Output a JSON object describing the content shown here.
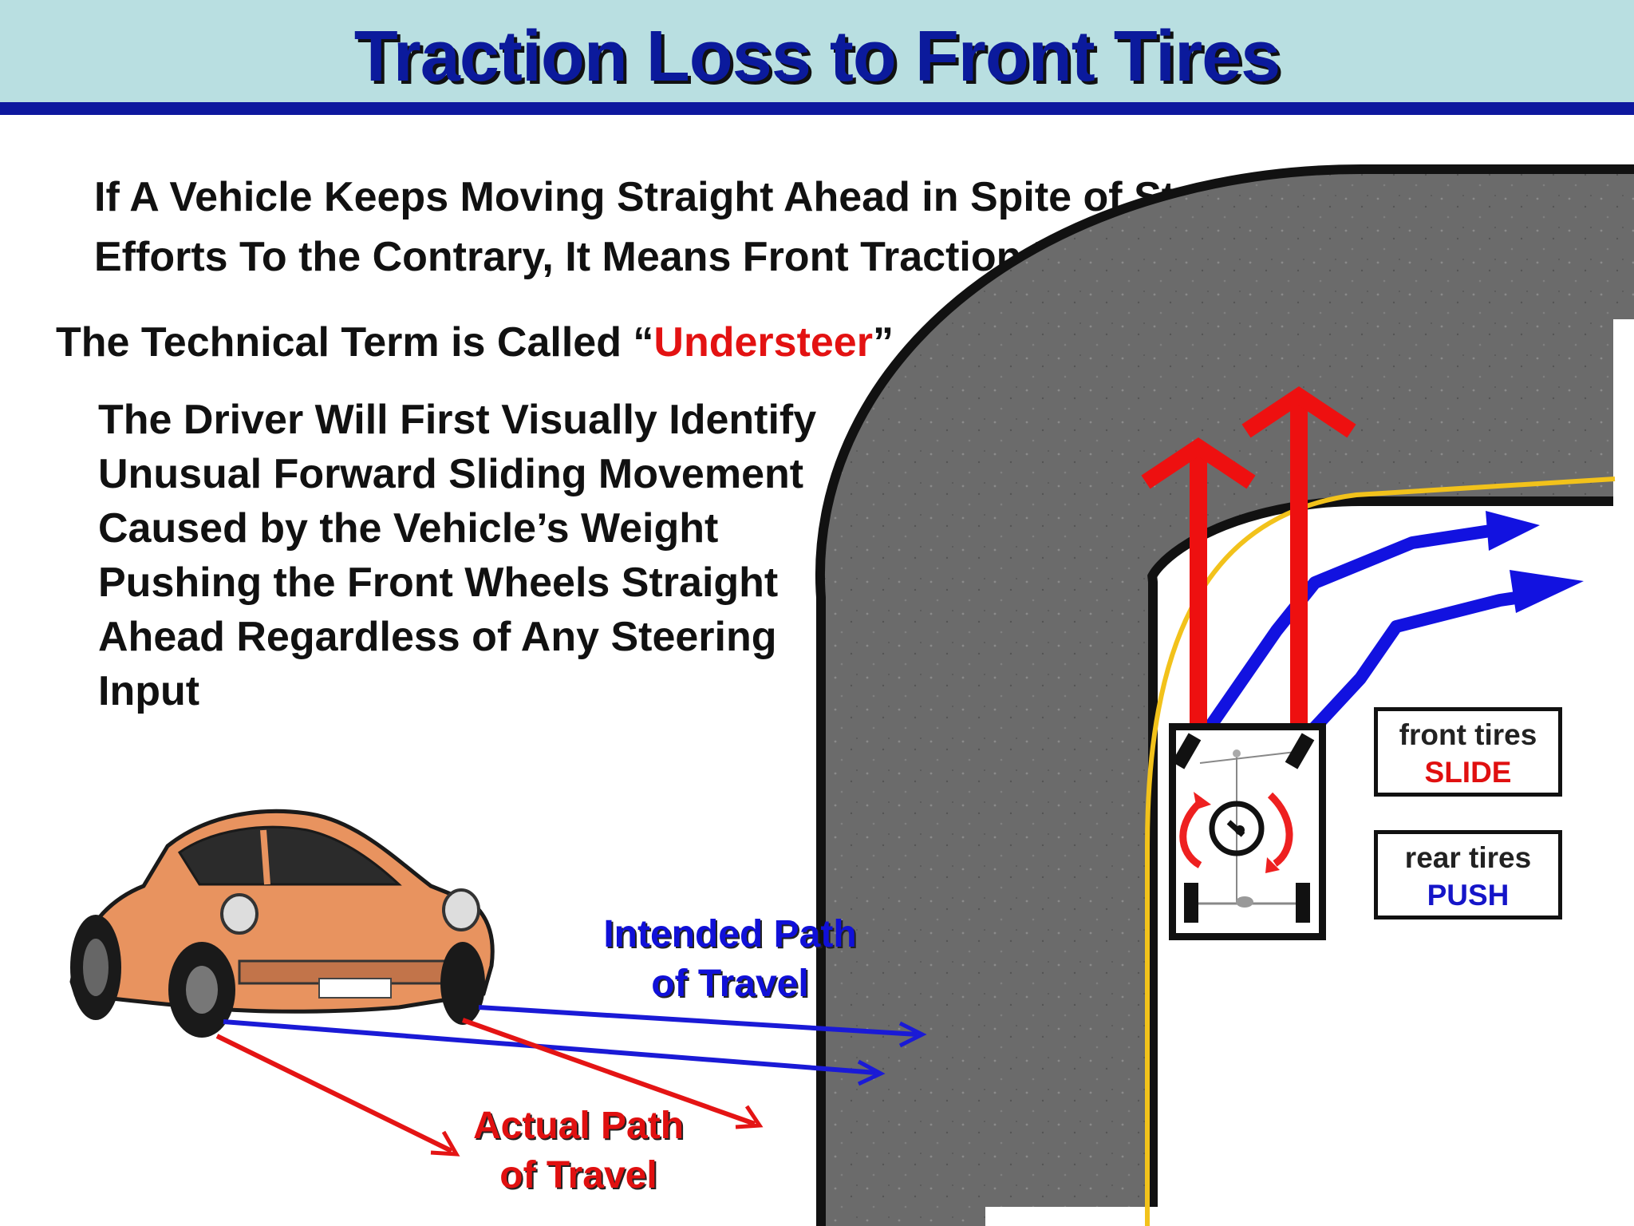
{
  "title": "Traction Loss to Front Tires",
  "intro_lines": [
    "If A Vehicle Keeps Moving Straight Ahead in Spite of Steering",
    "Efforts To the Contrary, It Means Front Traction Has Been Lost"
  ],
  "term": {
    "prefix": "The Technical Term is Called “",
    "word": "Understeer",
    "suffix": "”"
  },
  "body_lines": [
    "The Driver Will First Visually Identify",
    "Unusual Forward Sliding Movement",
    "Caused by the Vehicle’s Weight",
    "Pushing the Front Wheels Straight",
    "Ahead Regardless of Any Steering",
    "Input"
  ],
  "intended_path": {
    "line1": "Intended Path",
    "line2": "of Travel"
  },
  "actual_path": {
    "line1": "Actual Path",
    "line2": "of Travel"
  },
  "front_box": {
    "line1": "front tires",
    "line2": "SLIDE"
  },
  "rear_box": {
    "line1": "rear tires",
    "line2": "PUSH"
  },
  "colors": {
    "header_bg": "#b9dfe1",
    "header_rule": "#0e189e",
    "title": "#0b1a9c",
    "accent_red": "#e31212",
    "accent_blue": "#1212e0",
    "road": "#6b6b6b",
    "lane_line": "#f2c21b",
    "car_body": "#e8935f"
  }
}
